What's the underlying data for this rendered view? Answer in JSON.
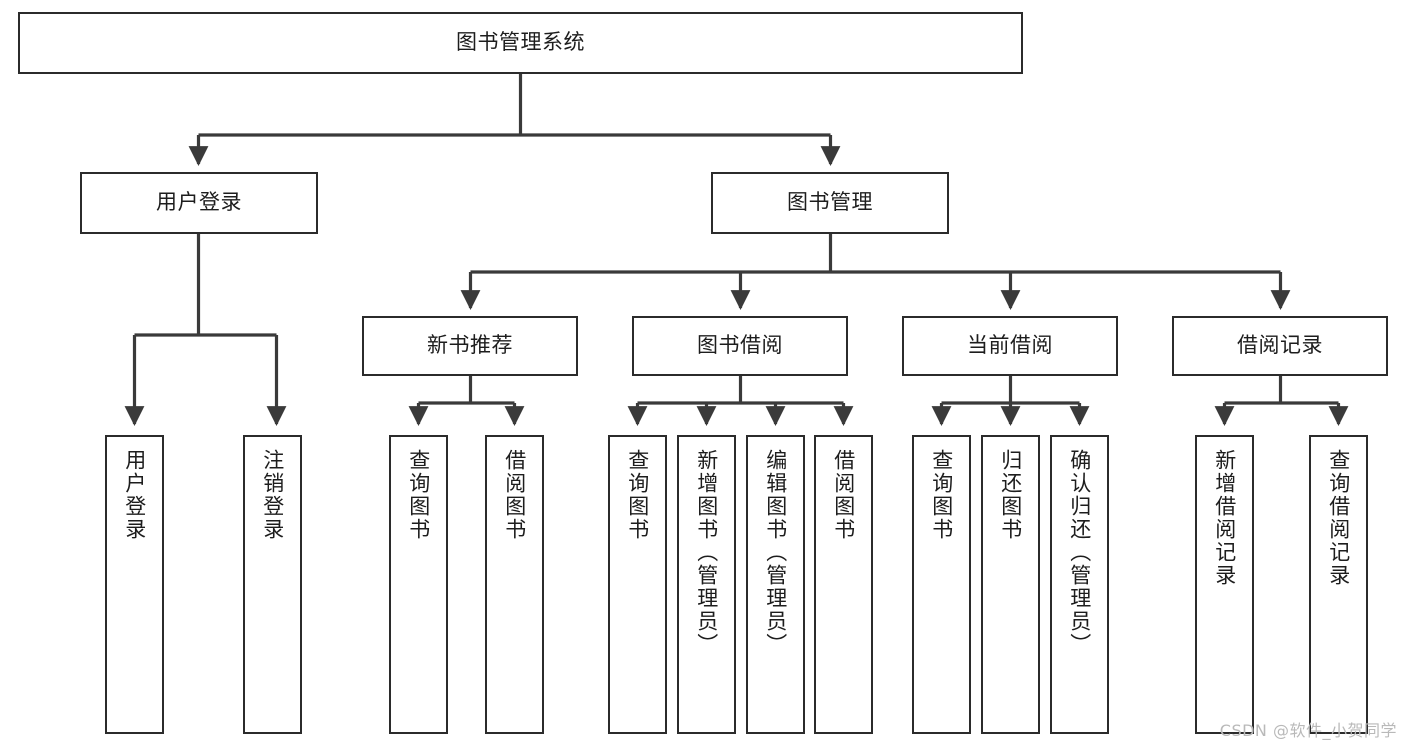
{
  "diagram": {
    "type": "tree-hierarchy-diagram",
    "title": "图书管理系统",
    "watermark": "CSDN @软件_小贺同学",
    "colors": {
      "box_border": "#2b2b2b",
      "box_fill": "#ffffff",
      "connector": "#3a3a3a",
      "text": "#1d1d1d",
      "watermark": "#b9b9b9",
      "background": "#ffffff"
    },
    "levels": [
      {
        "level": 1,
        "nodes": [
          {
            "id": "root",
            "label": "图书管理系统",
            "orientation": "horizontal"
          }
        ]
      },
      {
        "level": 2,
        "nodes": [
          {
            "id": "user-login",
            "label": "用户登录",
            "orientation": "horizontal",
            "parent": "root"
          },
          {
            "id": "book-manage",
            "label": "图书管理",
            "orientation": "horizontal",
            "parent": "root"
          }
        ]
      },
      {
        "level": 3,
        "nodes": [
          {
            "id": "new-book-rec",
            "label": "新书推荐",
            "orientation": "horizontal",
            "parent": "book-manage"
          },
          {
            "id": "book-borrow",
            "label": "图书借阅",
            "orientation": "horizontal",
            "parent": "book-manage"
          },
          {
            "id": "current-borrow",
            "label": "当前借阅",
            "orientation": "horizontal",
            "parent": "book-manage"
          },
          {
            "id": "borrow-record",
            "label": "借阅记录",
            "orientation": "horizontal",
            "parent": "book-manage"
          }
        ]
      },
      {
        "level": 4,
        "nodes": [
          {
            "id": "leaf-user-login",
            "label": "用户登录",
            "orientation": "vertical",
            "parent": "user-login"
          },
          {
            "id": "leaf-logout",
            "label": "注销登录",
            "orientation": "vertical",
            "parent": "user-login"
          },
          {
            "id": "leaf-query-book-1",
            "label": "查询图书",
            "orientation": "vertical",
            "parent": "new-book-rec"
          },
          {
            "id": "leaf-borrow-book-1",
            "label": "借阅图书",
            "orientation": "vertical",
            "parent": "new-book-rec"
          },
          {
            "id": "leaf-query-book-2",
            "label": "查询图书",
            "orientation": "vertical",
            "parent": "book-borrow"
          },
          {
            "id": "leaf-add-book",
            "label": "新增图书（管理员）",
            "orientation": "vertical",
            "parent": "book-borrow"
          },
          {
            "id": "leaf-edit-book",
            "label": "编辑图书（管理员）",
            "orientation": "vertical",
            "parent": "book-borrow"
          },
          {
            "id": "leaf-borrow-book-2",
            "label": "借阅图书",
            "orientation": "vertical",
            "parent": "book-borrow"
          },
          {
            "id": "leaf-query-book-3",
            "label": "查询图书",
            "orientation": "vertical",
            "parent": "current-borrow"
          },
          {
            "id": "leaf-return-book",
            "label": "归还图书",
            "orientation": "vertical",
            "parent": "current-borrow"
          },
          {
            "id": "leaf-confirm-return",
            "label": "确认归还（管理员）",
            "orientation": "vertical",
            "parent": "current-borrow"
          },
          {
            "id": "leaf-add-record",
            "label": "新增借阅记录",
            "orientation": "vertical",
            "parent": "borrow-record"
          },
          {
            "id": "leaf-query-record",
            "label": "查询借阅记录",
            "orientation": "vertical",
            "parent": "borrow-record"
          }
        ]
      }
    ]
  }
}
